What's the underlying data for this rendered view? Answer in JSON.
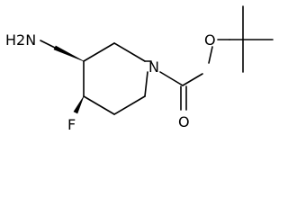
{
  "molecule": {
    "atoms": {
      "amine": "H2N",
      "ring_nitrogen": "N",
      "fluorine": "F",
      "carbonyl_oxygen": "O",
      "ester_oxygen": "O"
    }
  }
}
